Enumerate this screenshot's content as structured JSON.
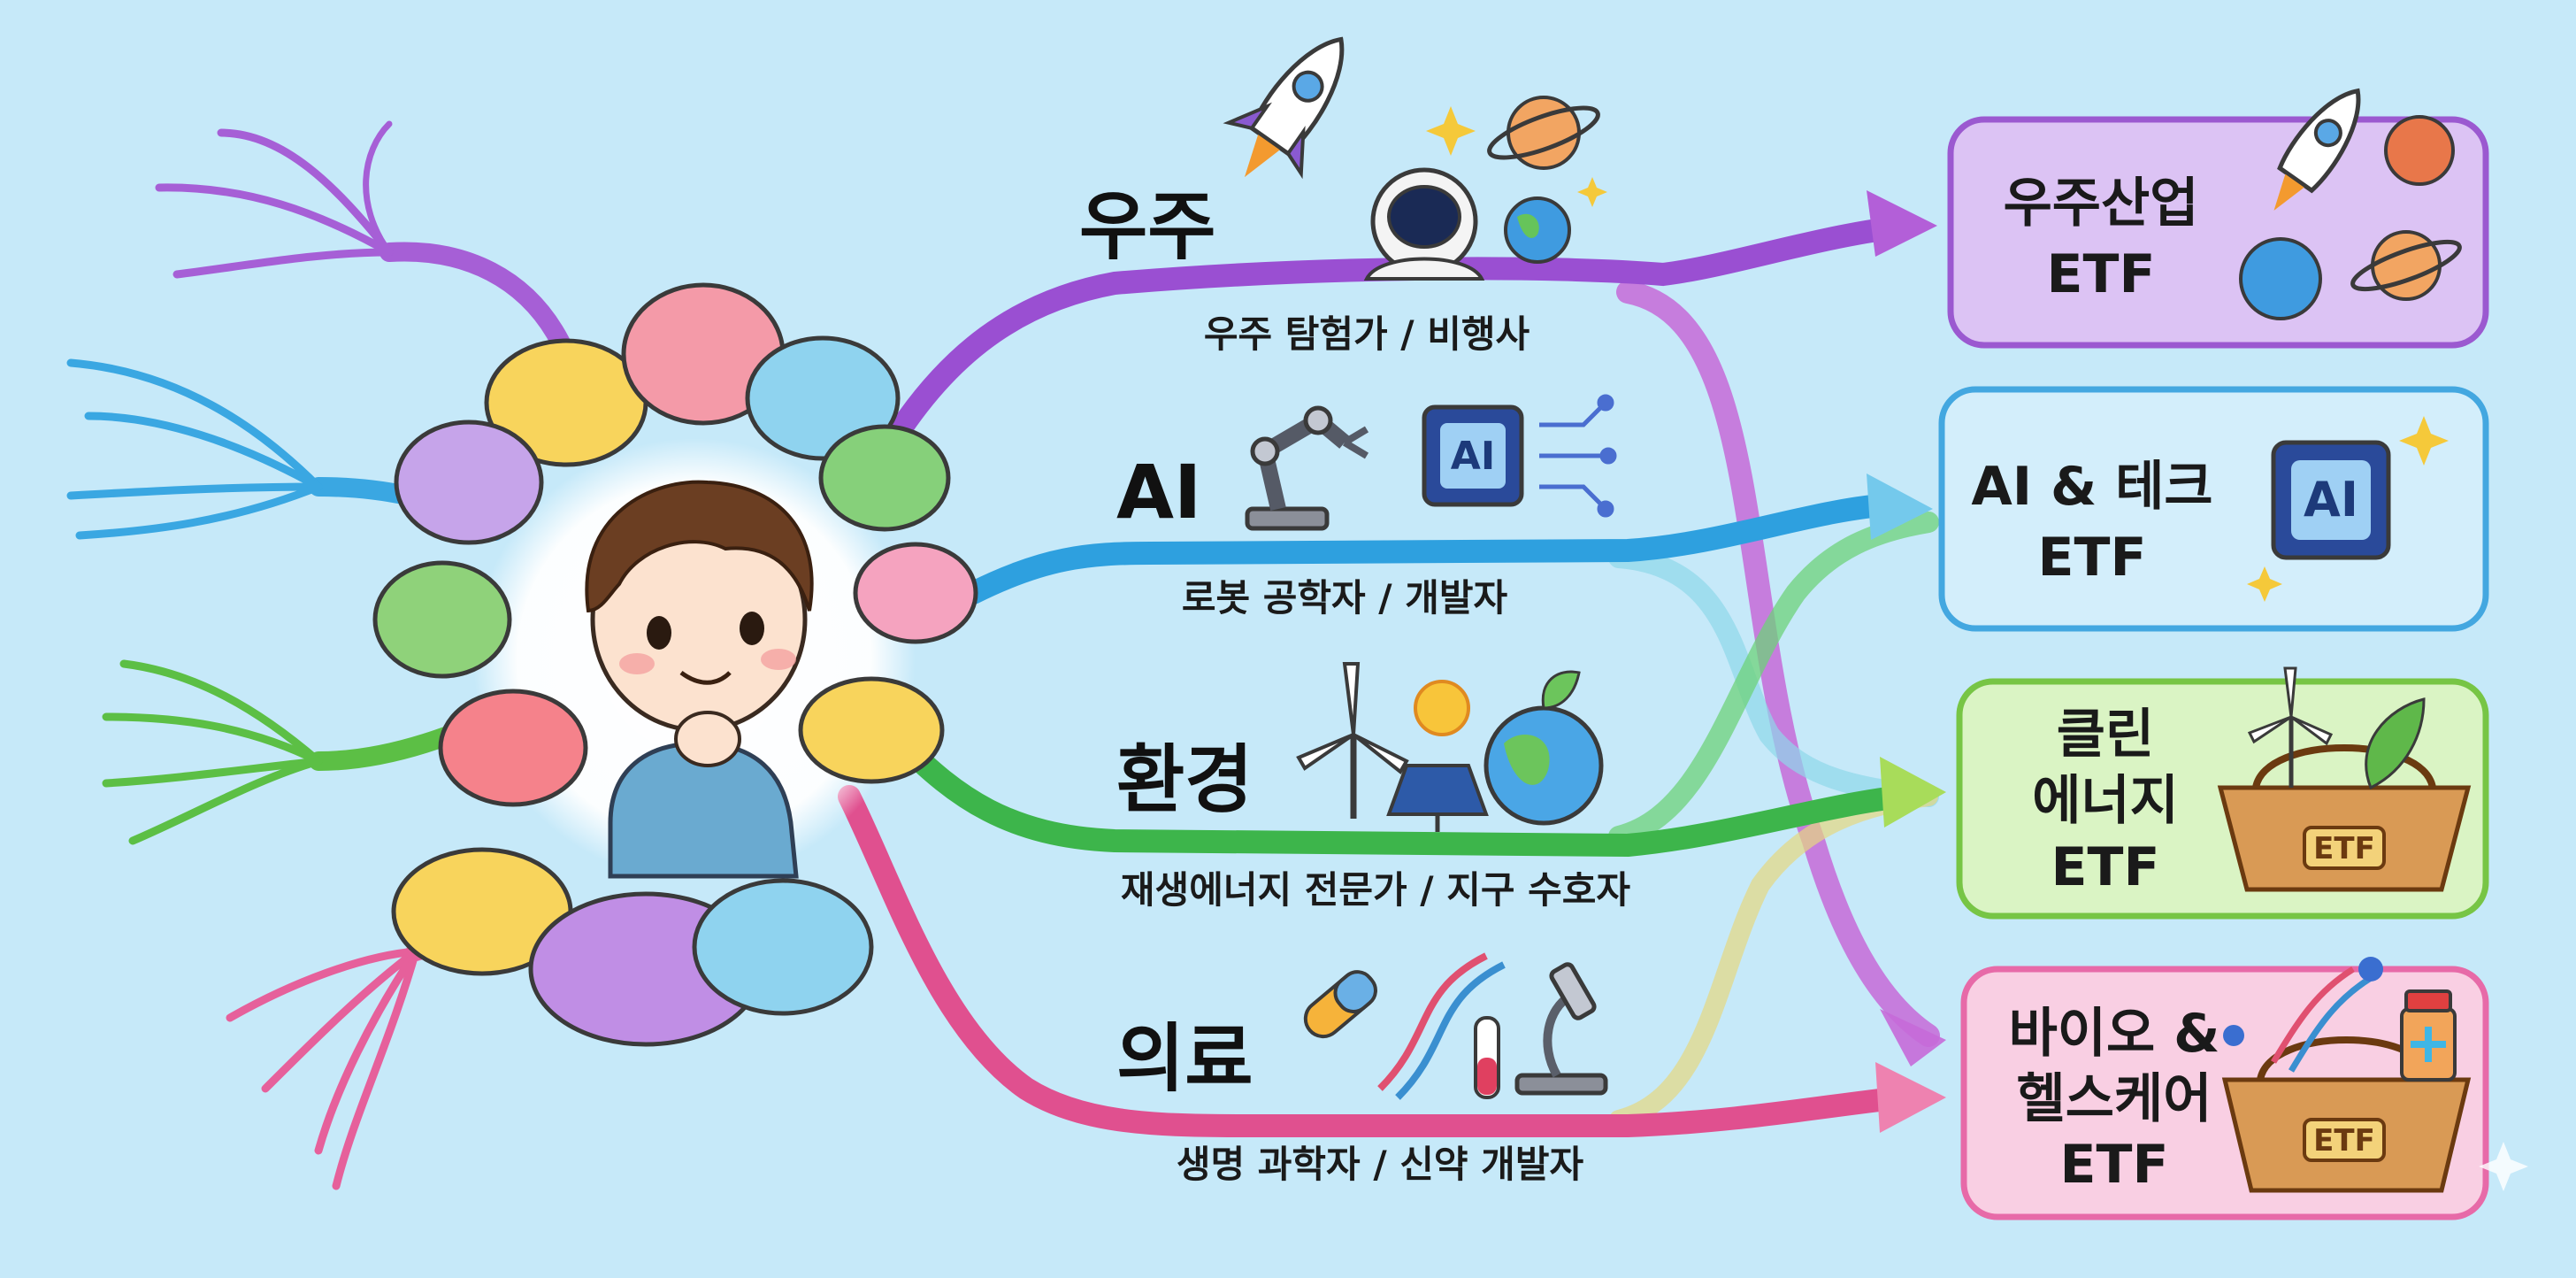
{
  "topics": [
    {
      "label": "우주",
      "career": "우주 탐험가 / 비행사",
      "color": "#8e4fd1"
    },
    {
      "label": "AI",
      "career": "로봇 공학자 / 개발자",
      "color": "#2b9ddc"
    },
    {
      "label": "환경",
      "career": "재생에너지 전문가 / 지구 수호자",
      "color": "#3cb44a"
    },
    {
      "label": "의료",
      "career": "생명 과학자 / 신약 개발자",
      "color": "#e0508f"
    }
  ],
  "etfs": [
    {
      "lines": [
        "우주산업",
        "ETF"
      ],
      "bg": "#dcc3f4",
      "border": "#9b59d0"
    },
    {
      "lines": [
        "AI & 테크",
        "ETF"
      ],
      "bg": "#d3eefb",
      "border": "#43a7e0"
    },
    {
      "lines": [
        "클린",
        "에너지",
        "ETF"
      ],
      "bg": "#daf4c4",
      "border": "#77c545"
    },
    {
      "lines": [
        "바이오 &",
        "헬스케어",
        "ETF"
      ],
      "bg": "#f9cfe3",
      "border": "#e76aa8"
    }
  ],
  "icons": {
    "chip": "AI",
    "basket_tag": "ETF"
  }
}
